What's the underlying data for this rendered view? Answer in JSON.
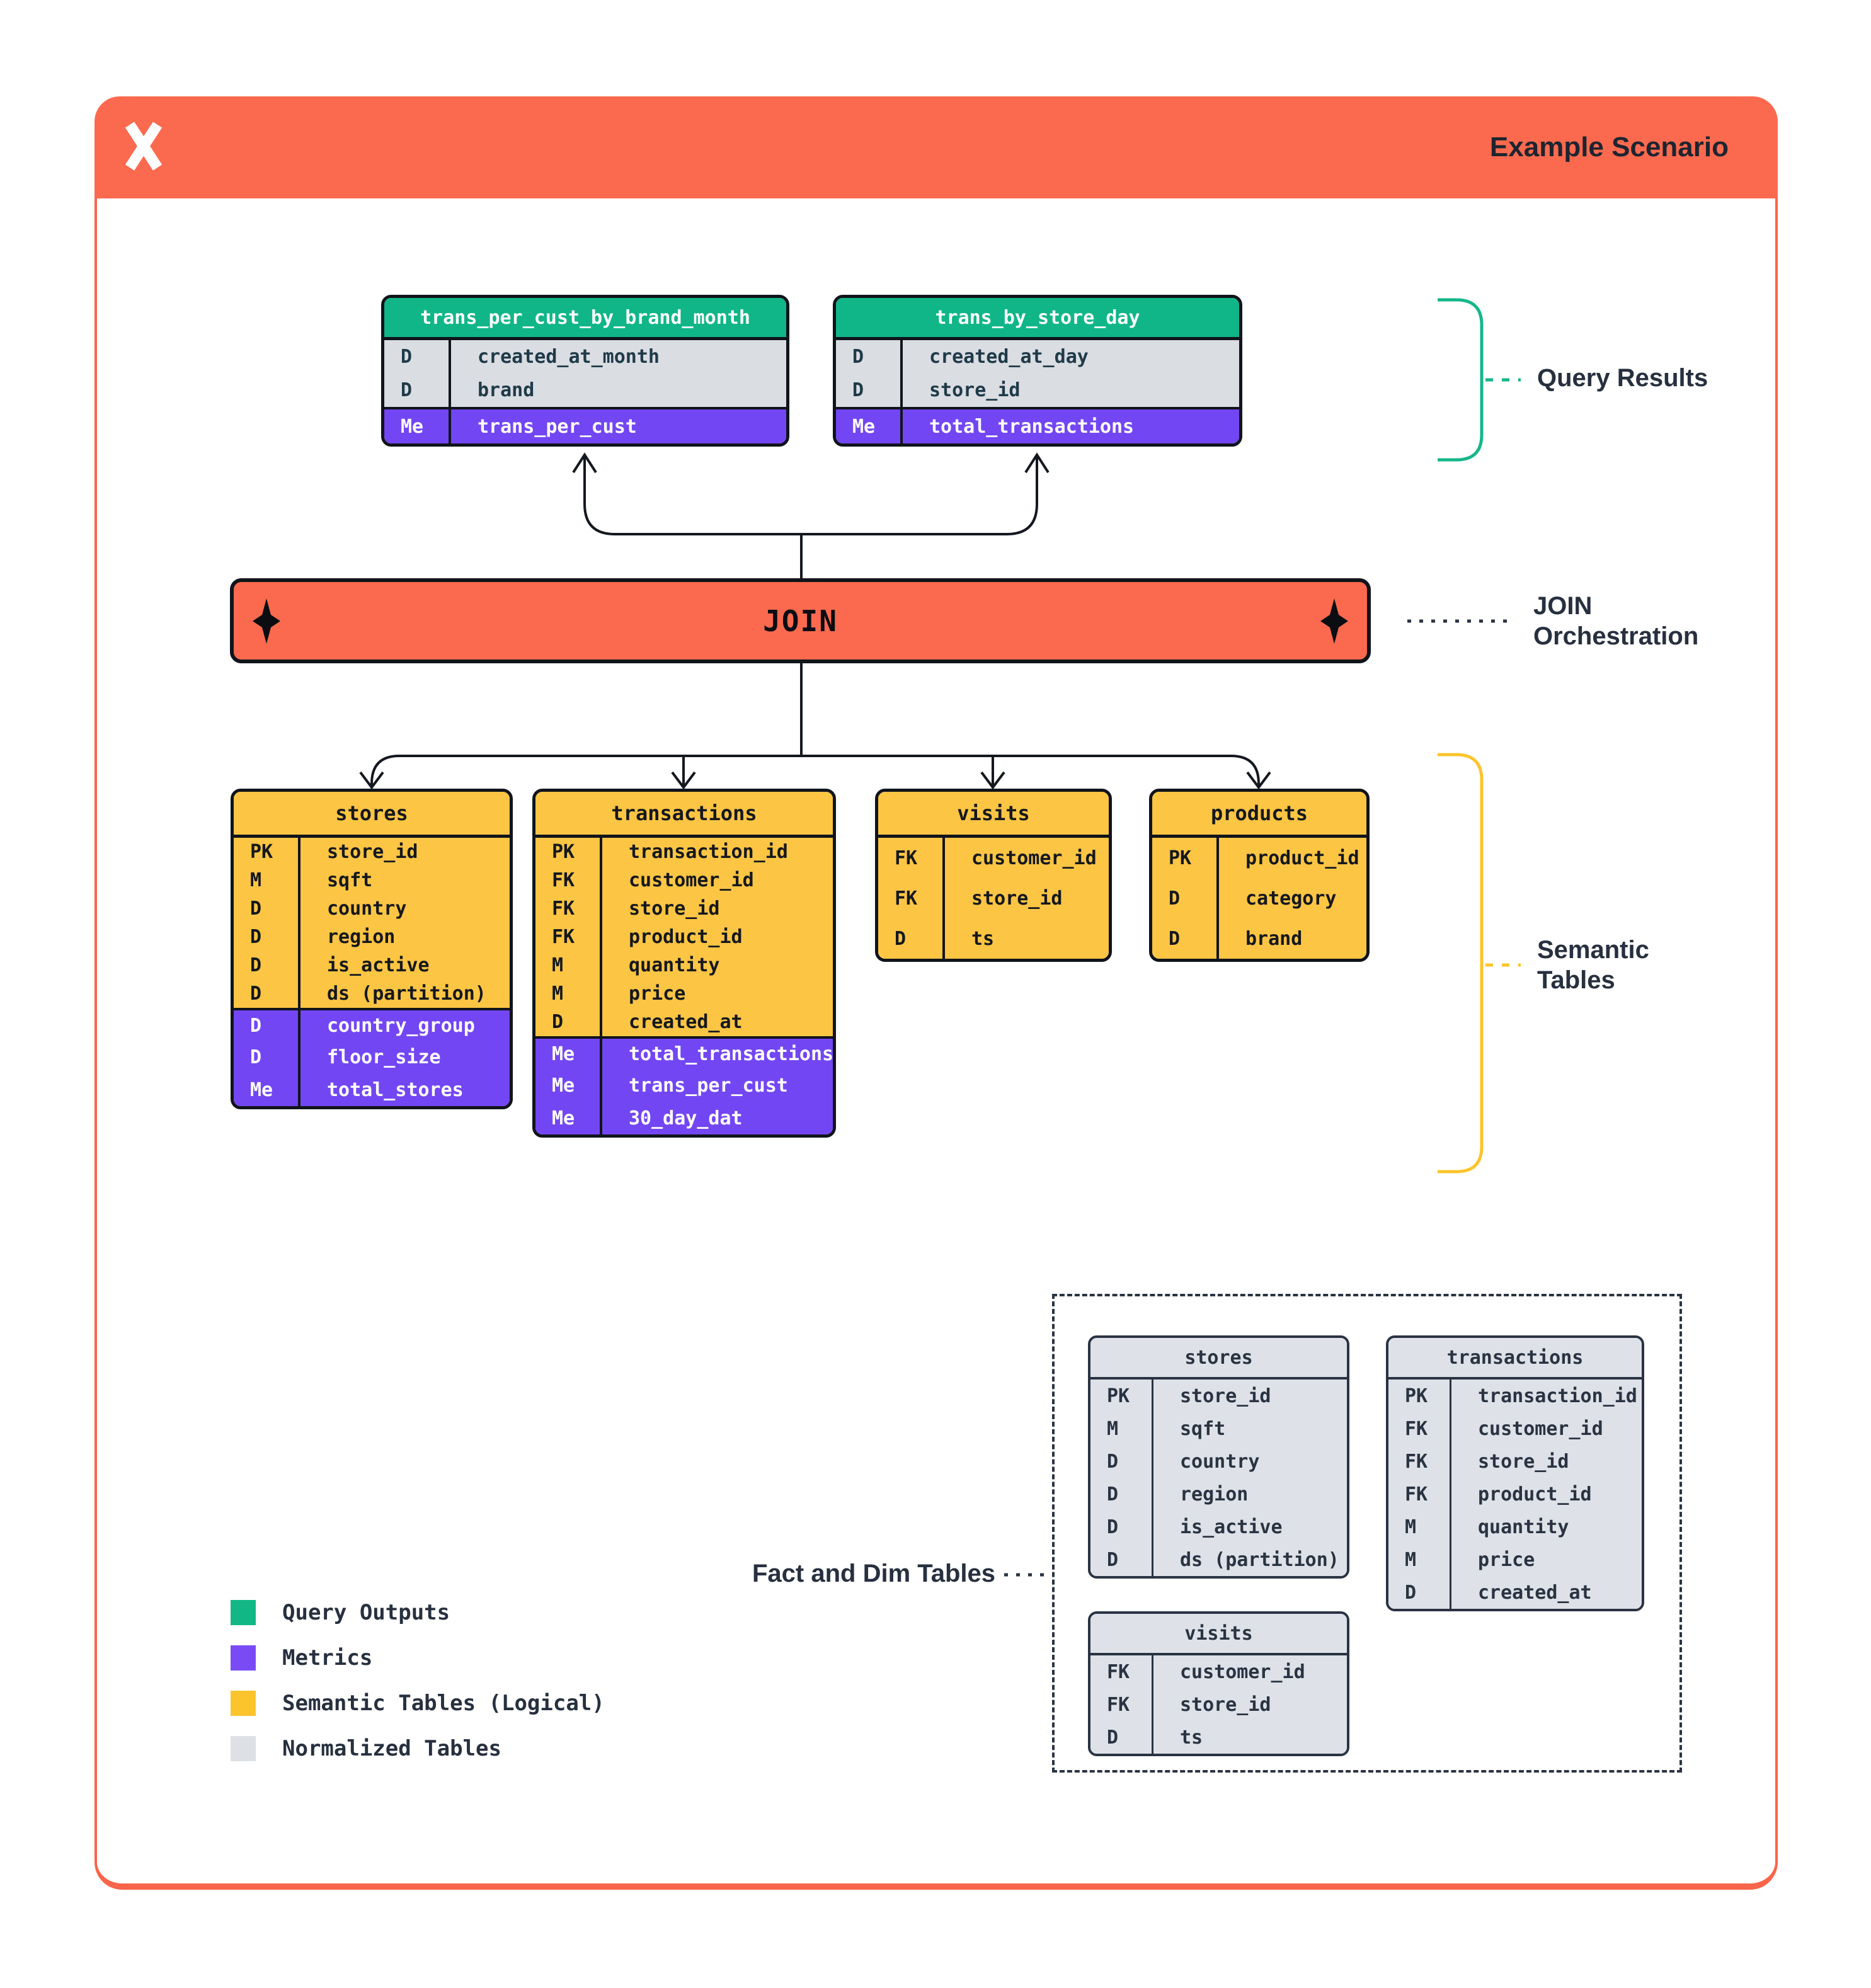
{
  "header": {
    "title": "Example Scenario",
    "logo": "x-mark-icon"
  },
  "join_bar": {
    "label": "JOIN"
  },
  "annotations": {
    "query_results": "Query Results",
    "join_orchestration": [
      "JOIN",
      "Orchestration"
    ],
    "semantic_tables": [
      "Semantic",
      "Tables"
    ],
    "fact_dim": "Fact and Dim Tables"
  },
  "colors": {
    "orange": "#FB6A4E",
    "green": "#10B688",
    "purple": "#7346F3",
    "yellow": "#FCC544",
    "gray": "#DEE2E8",
    "teal_bracket": "#14B78A",
    "yellow_bracket": "#FCC42C",
    "ink": "#10141B",
    "navy": "#2A3342"
  },
  "query_results_tables": [
    {
      "name": "trans_per_cust_by_brand_month",
      "rows": [
        {
          "k": "D",
          "f": "created_at_month"
        },
        {
          "k": "D",
          "f": "brand"
        },
        {
          "k": "Me",
          "f": "trans_per_cust",
          "m": true
        }
      ]
    },
    {
      "name": "trans_by_store_day",
      "rows": [
        {
          "k": "D",
          "f": "created_at_day"
        },
        {
          "k": "D",
          "f": "store_id"
        },
        {
          "k": "Me",
          "f": "total_transactions",
          "m": true
        }
      ]
    }
  ],
  "semantic_tables": [
    {
      "name": "stores",
      "rows": [
        {
          "k": "PK",
          "f": "store_id"
        },
        {
          "k": "M",
          "f": "sqft"
        },
        {
          "k": "D",
          "f": "country"
        },
        {
          "k": "D",
          "f": "region"
        },
        {
          "k": "D",
          "f": "is_active"
        },
        {
          "k": "D",
          "f": "ds (partition)"
        },
        {
          "k": "D",
          "f": "country_group",
          "m": true
        },
        {
          "k": "D",
          "f": "floor_size",
          "m": true
        },
        {
          "k": "Me",
          "f": "total_stores",
          "m": true
        }
      ]
    },
    {
      "name": "transactions",
      "rows": [
        {
          "k": "PK",
          "f": "transaction_id"
        },
        {
          "k": "FK",
          "f": "customer_id"
        },
        {
          "k": "FK",
          "f": "store_id"
        },
        {
          "k": "FK",
          "f": "product_id"
        },
        {
          "k": "M",
          "f": "quantity"
        },
        {
          "k": "M",
          "f": "price"
        },
        {
          "k": "D",
          "f": "created_at"
        },
        {
          "k": "Me",
          "f": "total_transactions",
          "m": true
        },
        {
          "k": "Me",
          "f": "trans_per_cust",
          "m": true
        },
        {
          "k": "Me",
          "f": "30_day_dat",
          "m": true
        }
      ]
    },
    {
      "name": "visits",
      "rows": [
        {
          "k": "FK",
          "f": "customer_id"
        },
        {
          "k": "FK",
          "f": "store_id"
        },
        {
          "k": "D",
          "f": "ts"
        }
      ]
    },
    {
      "name": "products",
      "rows": [
        {
          "k": "PK",
          "f": "product_id"
        },
        {
          "k": "D",
          "f": "category"
        },
        {
          "k": "D",
          "f": "brand"
        }
      ]
    }
  ],
  "normalized_tables": [
    {
      "name": "stores",
      "rows": [
        {
          "k": "PK",
          "f": "store_id"
        },
        {
          "k": "M",
          "f": "sqft"
        },
        {
          "k": "D",
          "f": "country"
        },
        {
          "k": "D",
          "f": "region"
        },
        {
          "k": "D",
          "f": "is_active"
        },
        {
          "k": "D",
          "f": "ds (partition)"
        }
      ]
    },
    {
      "name": "transactions",
      "rows": [
        {
          "k": "PK",
          "f": "transaction_id"
        },
        {
          "k": "FK",
          "f": "customer_id"
        },
        {
          "k": "FK",
          "f": "store_id"
        },
        {
          "k": "FK",
          "f": "product_id"
        },
        {
          "k": "M",
          "f": "quantity"
        },
        {
          "k": "M",
          "f": "price"
        },
        {
          "k": "D",
          "f": "created_at"
        }
      ]
    },
    {
      "name": "visits",
      "rows": [
        {
          "k": "FK",
          "f": "customer_id"
        },
        {
          "k": "FK",
          "f": "store_id"
        },
        {
          "k": "D",
          "f": "ts"
        }
      ]
    }
  ],
  "legend": [
    {
      "label": "Query Outputs",
      "color": "#13B786"
    },
    {
      "label": "Metrics",
      "color": "#7A4BF5"
    },
    {
      "label": "Semantic Tables (Logical)",
      "color": "#FCC42C"
    },
    {
      "label": "Normalized Tables",
      "color": "#DDE1E5"
    }
  ]
}
